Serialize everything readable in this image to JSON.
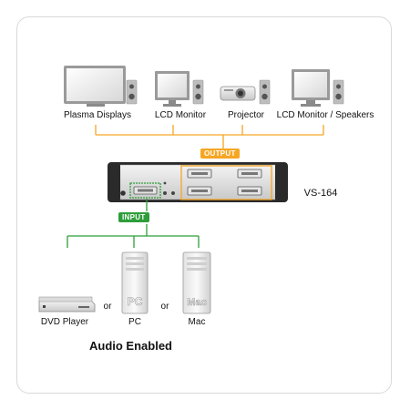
{
  "outputs": [
    {
      "label": "Plasma Displays",
      "icon": "plasma-display-icon"
    },
    {
      "label": "LCD Monitor",
      "icon": "lcd-monitor-icon"
    },
    {
      "label": "Projector",
      "icon": "projector-icon"
    },
    {
      "label": "LCD Monitor / Speakers",
      "icon": "lcd-monitor-speakers-icon"
    }
  ],
  "output_label": "OUTPUT",
  "input_label": "INPUT",
  "device_label": "VS-164",
  "sources": [
    {
      "label": "DVD Player",
      "icon": "dvd-player-icon"
    },
    {
      "label": "PC",
      "icon": "pc-tower-icon",
      "badge": "PC"
    },
    {
      "label": "Mac",
      "icon": "mac-tower-icon",
      "badge": "Mac"
    }
  ],
  "or_text": "or",
  "footer": "Audio Enabled",
  "colors": {
    "output": "#f5a623",
    "input": "#2e9e3a",
    "frame": "#d9d9d9"
  }
}
